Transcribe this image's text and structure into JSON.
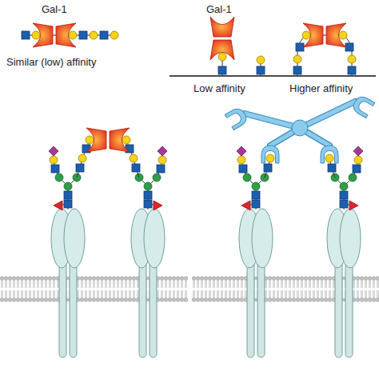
{
  "diagram": {
    "labels": [
      "Gal-1",
      "Similar (low) affinity",
      "Gal-1",
      "Low affinity",
      "Higher affinity"
    ]
  }
}
